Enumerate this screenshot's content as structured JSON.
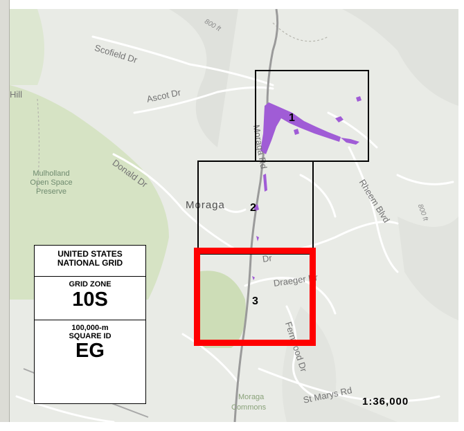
{
  "grid_box": {
    "title_line1": "UNITED STATES",
    "title_line2": "NATIONAL GRID",
    "zone_label": "GRID ZONE",
    "zone_value": "10S",
    "square_label_line1": "100,000-m",
    "square_label_line2": "SQUARE ID",
    "square_value": "EG"
  },
  "scale": "1:36,000",
  "cells": [
    {
      "label": "1",
      "color": "#000000"
    },
    {
      "label": "2",
      "color": "#000000"
    },
    {
      "label": "3",
      "color": "#ff0000"
    }
  ],
  "map_labels": {
    "scofield": "Scofield Dr",
    "ascot": "Ascot Dr",
    "donald": "Donald Dr",
    "moraga_rd": "Moraga Rd",
    "rheem": "Rheem Blvd",
    "draeger": "Draeger Dr",
    "fernwood": "Fernwood Dr",
    "st_marys": "St Marys Rd",
    "moraga_commons_1": "Moraga",
    "moraga_commons_2": "Commons",
    "mulholland": "Mulholland Open Space Preserve",
    "moraga_town": "Moraga",
    "ft800_top": "800 ft",
    "ft800_right": "800 ft",
    "hill": "Hill",
    "dr_partial": "Dr"
  },
  "colors": {
    "map_bg": "#e9ebe6",
    "park_green": "#cfe0b8",
    "road": "#ffffff",
    "highway": "#9a9a9a",
    "flood": "#a05cd6"
  }
}
